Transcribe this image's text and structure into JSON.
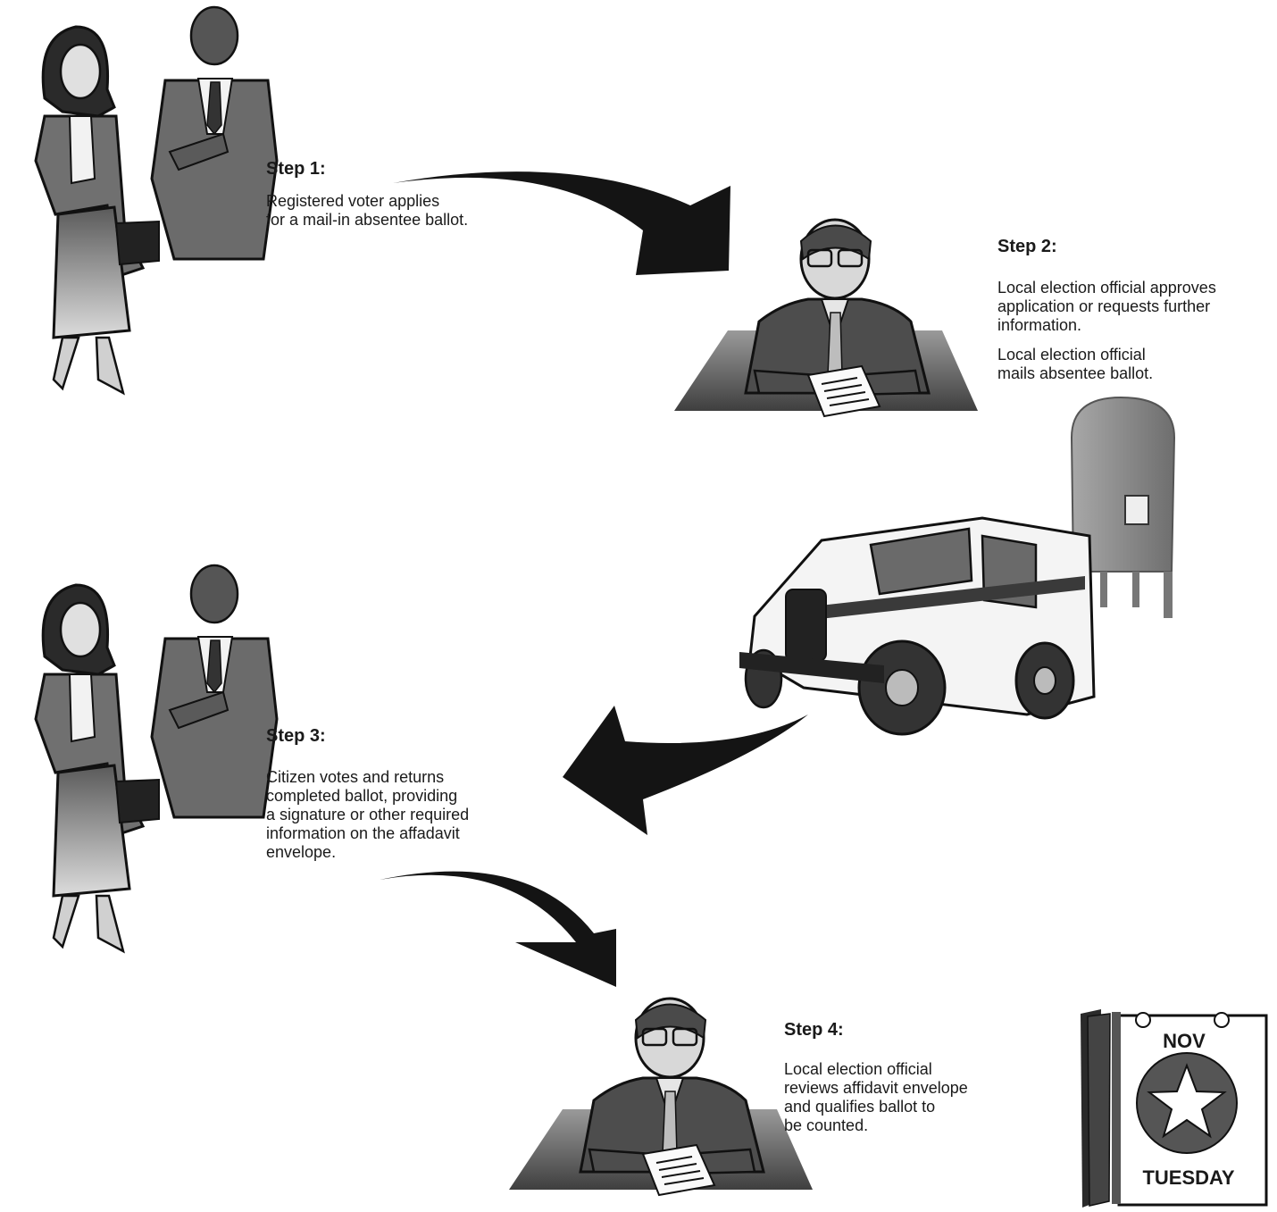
{
  "steps": [
    {
      "title": "Step 1:",
      "paragraphs": [
        "Registered voter applies\nfor a mail-in absentee ballot."
      ]
    },
    {
      "title": "Step 2:",
      "paragraphs": [
        "Local election official approves\napplication or requests further\ninformation.",
        "Local election official\nmails absentee ballot."
      ]
    },
    {
      "title": "Step 3:",
      "paragraphs": [
        "Citizen votes and returns\ncompleted ballot, providing\na signature or other required\ninformation on the affadavit\nenvelope."
      ]
    },
    {
      "title": "Step 4:",
      "paragraphs": [
        "Local election official\nreviews affidavit envelope\nand qualifies ballot to\nbe counted."
      ]
    }
  ],
  "calendar": {
    "month": "NOV",
    "day": "TUESDAY"
  },
  "colors": {
    "ink": "#1a1a1a",
    "arrow": "#141414",
    "suit": "#6b6b6b",
    "skin": "#d9d9d9",
    "desk": "#7a7a7a",
    "mailbox": "#8c8c8c"
  }
}
